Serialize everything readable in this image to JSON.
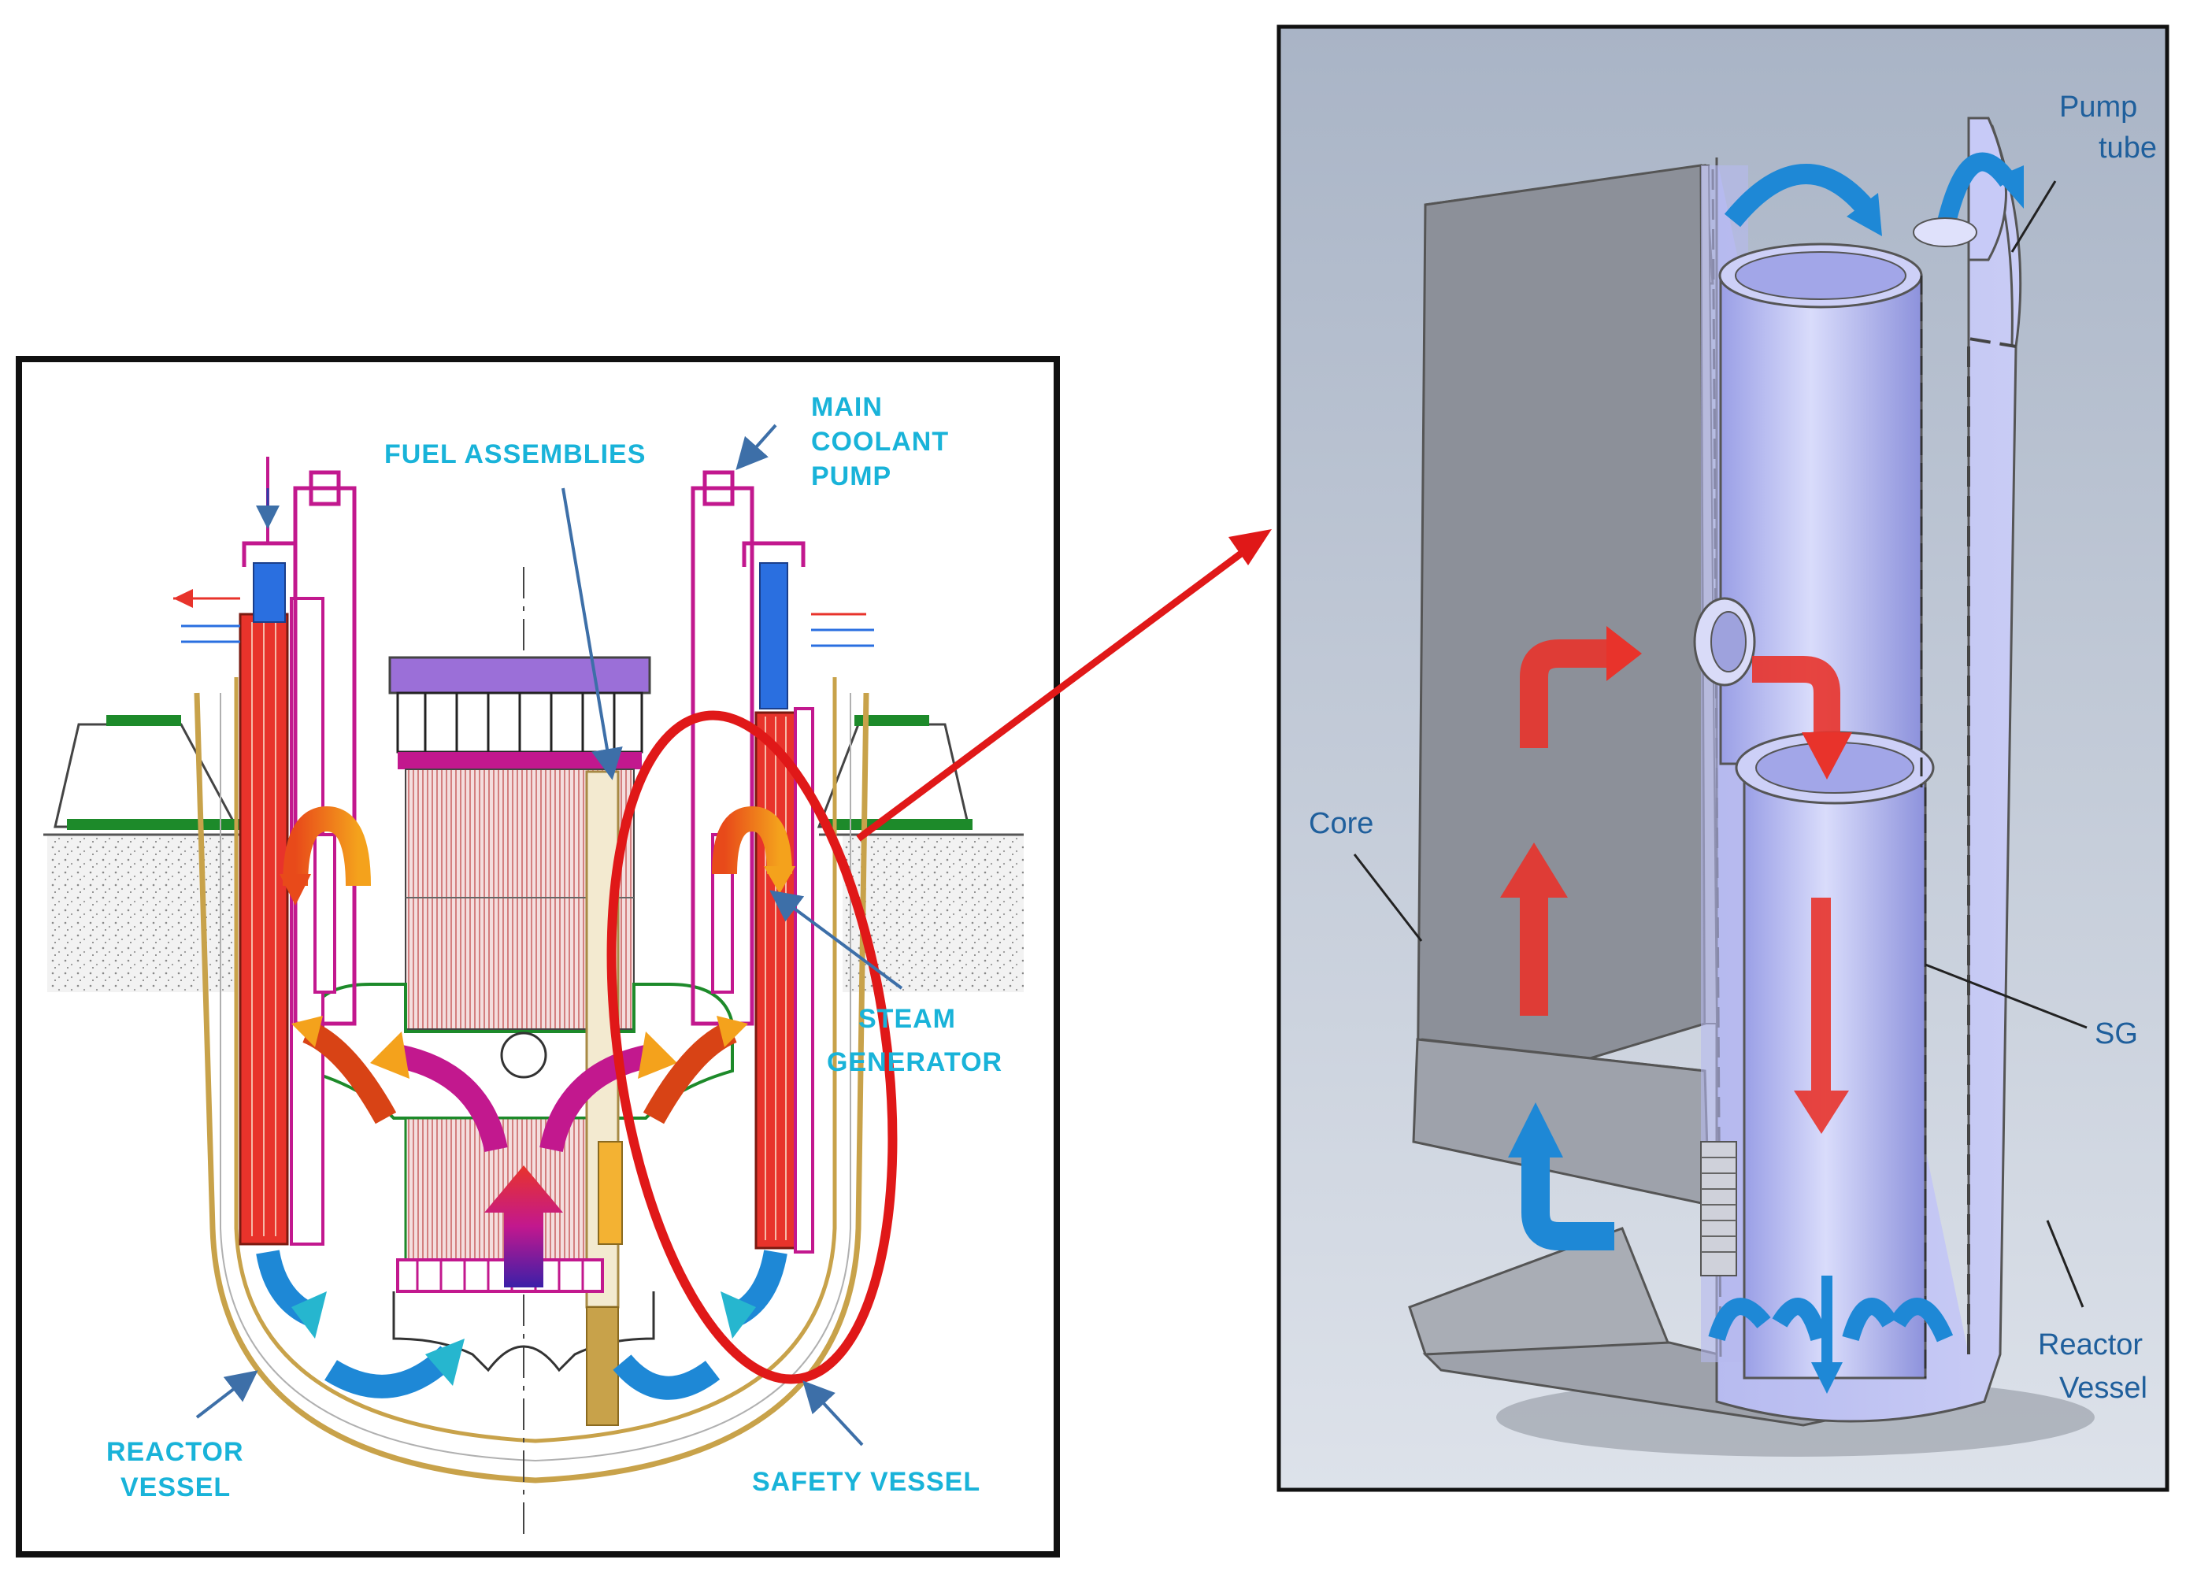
{
  "left_panel": {
    "labels": {
      "main_coolant_pump": [
        "MAIN",
        "COOLANT",
        "PUMP"
      ],
      "fuel_assemblies": "FUEL ASSEMBLIES",
      "steam_generator": [
        "STEAM",
        "GENERATOR"
      ],
      "reactor_vessel": [
        "REACTOR",
        "VESSEL"
      ],
      "safety_vessel": "SAFETY VESSEL"
    }
  },
  "right_panel": {
    "labels": {
      "pump_tube": [
        "Pump",
        "tube"
      ],
      "core": "Core",
      "sg": "SG",
      "reactor_vessel": [
        "Reactor",
        "Vessel"
      ]
    }
  },
  "colors": {
    "label_cyan": "#19b3d9",
    "label_blue": "#1f5f9c",
    "hot_flow": "#e8332b",
    "cold_flow": "#1e88d6",
    "callout_red": "#e01818",
    "vessel_olive": "#c8a24a",
    "pipe_magenta": "#e040c0",
    "panel_bg": "#b9c3d2"
  }
}
